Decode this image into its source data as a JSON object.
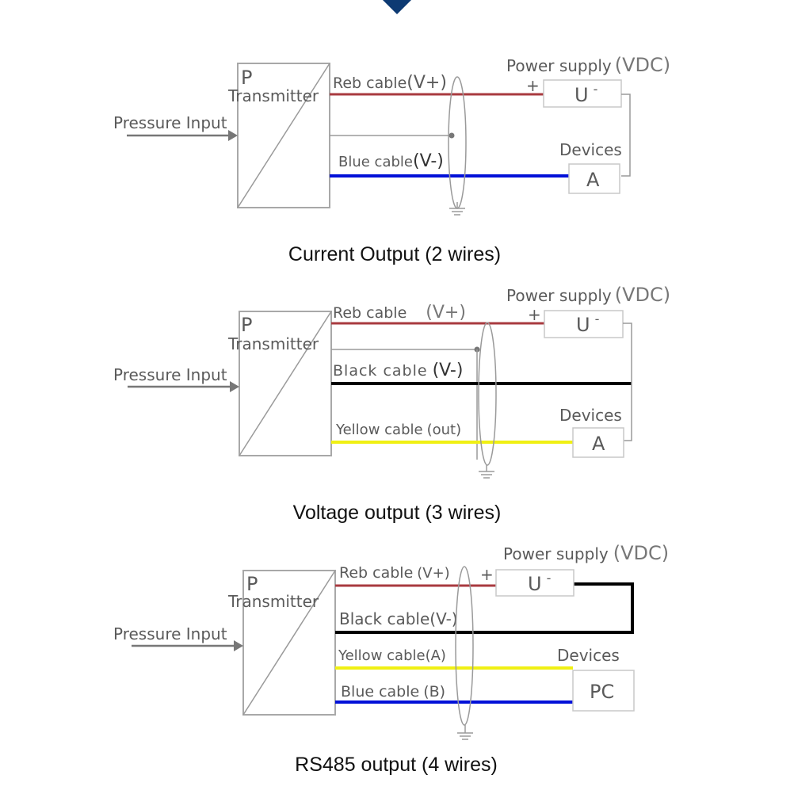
{
  "header": {
    "indicator_icon": "down-triangle-icon",
    "indicator_color": "#0d3a73"
  },
  "colors": {
    "red": "#a83a3f",
    "blue": "#0010d8",
    "black": "#000000",
    "yellow": "#f0f014",
    "gray": "#9a9a9a"
  },
  "diagrams": [
    {
      "title": "Current Output (2 wires)",
      "transmitter": {
        "symbol": "P",
        "label": "Transmitter"
      },
      "input_label": "Pressure Input",
      "power_supply": {
        "label": "Power supply",
        "unit": "(VDC)",
        "plus": "+",
        "box_text": "U",
        "minus": "-"
      },
      "devices": {
        "label": "Devices",
        "box_text": "A"
      },
      "cables": [
        {
          "name": "Reb cable",
          "suffix": "(V+)",
          "color": "red"
        },
        {
          "name": "Blue cable",
          "suffix": "(V-)",
          "color": "blue"
        }
      ]
    },
    {
      "title": "Voltage output (3 wires)",
      "transmitter": {
        "symbol": "P",
        "label": "Transmitter"
      },
      "input_label": "Pressure Input",
      "power_supply": {
        "label": "Power supply",
        "unit": "(VDC)",
        "plus": "+",
        "box_text": "U",
        "minus": "-"
      },
      "devices": {
        "label": "Devices",
        "box_text": "A"
      },
      "cables": [
        {
          "name": "Reb cable",
          "suffix": "(V+)",
          "color": "red"
        },
        {
          "name": "Black cable",
          "suffix": "(V-)",
          "color": "black"
        },
        {
          "name": "Yellow cable",
          "suffix": "(out)",
          "color": "yellow"
        }
      ]
    },
    {
      "title": "RS485 output (4 wires)",
      "transmitter": {
        "symbol": "P",
        "label": "Transmitter"
      },
      "input_label": "Pressure Input",
      "power_supply": {
        "label": "Power supply",
        "unit": "(VDC)",
        "plus": "+",
        "box_text": "U",
        "minus": "-"
      },
      "devices": {
        "label": "Devices",
        "box_text": "PC"
      },
      "cables": [
        {
          "name": "Reb cable",
          "suffix": "(V+)",
          "color": "red"
        },
        {
          "name": "Black cable",
          "suffix": "(V-)",
          "color": "black"
        },
        {
          "name": "Yellow cable",
          "suffix": "(A)",
          "color": "yellow"
        },
        {
          "name": "Blue cable",
          "suffix": "(B)",
          "color": "blue"
        }
      ]
    }
  ]
}
